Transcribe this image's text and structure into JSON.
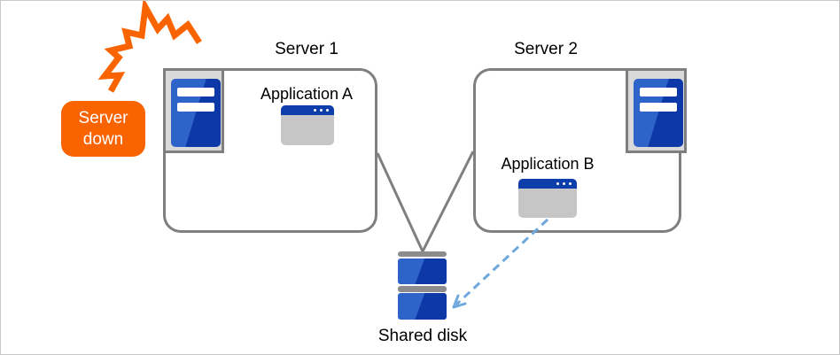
{
  "diagram": {
    "callout": {
      "text": "Server down"
    },
    "server1": {
      "title": "Server 1",
      "app_label": "Application A"
    },
    "server2": {
      "title": "Server 2",
      "app_label": "Application B"
    },
    "shared_disk": {
      "label": "Shared disk"
    }
  },
  "colors": {
    "alert-orange": "#FA6400",
    "box-border-gray": "#7F7F7F",
    "icon-bg-gray": "#D9D9D9",
    "server-blue-light": "#2E63C9",
    "server-blue-dark": "#0C38A8",
    "titlebar-blue": "#0D3EAC",
    "window-body-gray": "#C6C6C6",
    "disk-cap-gray": "#8C8C8C",
    "arrow-blue": "#6FA8DC",
    "canvas-border": "#C8C8C8",
    "text-color": "#000000",
    "callout-text": "#FFFFFF"
  }
}
